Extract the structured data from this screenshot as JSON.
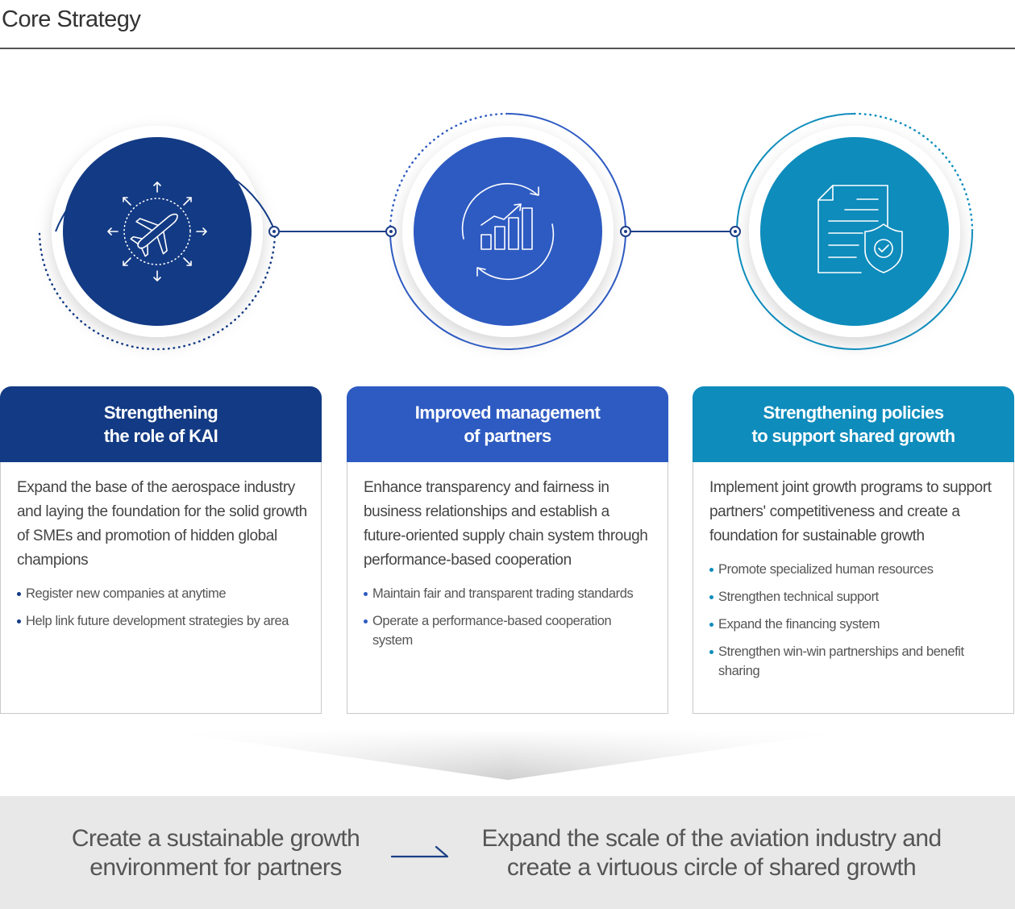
{
  "page_title": "Core Strategy",
  "colors": {
    "navy": "#133a84",
    "blue": "#2e5bc2",
    "teal": "#0e8cbc",
    "connector": "#1d3f86",
    "result_text": "#555555",
    "result_band": "#e8e8e8"
  },
  "strategies": [
    {
      "icon": "airplane-expansion-icon",
      "title": "Strengthening\nthe role of KAI",
      "description": "Expand the base of the aerospace industry and laying the foundation for the solid growth of SMEs and promotion of hidden global champions",
      "bullets": [
        "Register new companies at anytime",
        "Help link future development strategies by area"
      ]
    },
    {
      "icon": "growth-chart-cycle-icon",
      "title": "Improved management\nof partners",
      "description": "Enhance transparency and fairness in business relationships and establish a future-oriented supply chain system through performance-based cooperation",
      "bullets": [
        "Maintain fair and transparent trading standards",
        "Operate a performance-based cooperation system"
      ]
    },
    {
      "icon": "document-shield-icon",
      "title": "Strengthening policies\nto support shared growth",
      "description": "Implement joint growth programs to support partners' competitiveness and create a foundation for sustainable growth",
      "bullets": [
        "Promote specialized human resources",
        "Strengthen technical support",
        "Expand the financing system",
        "Strengthen win-win partnerships and benefit sharing"
      ]
    }
  ],
  "outcome": {
    "from": "Create a sustainable growth environment for partners",
    "arrow_icon": "right-arrow-icon",
    "to": "Expand the scale of the aviation industry and create a virtuous circle of shared growth"
  }
}
